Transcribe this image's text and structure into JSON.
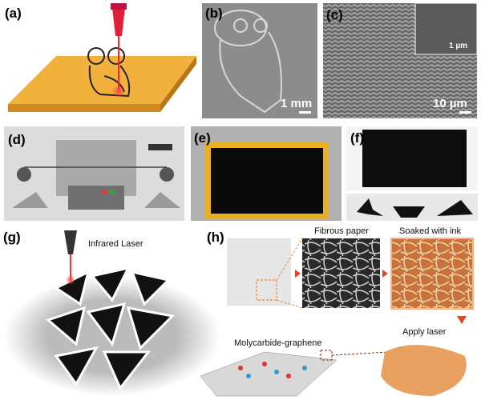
{
  "panels": {
    "a": {
      "label": "(a)"
    },
    "b": {
      "label": "(b)",
      "scale_bar": "1 mm"
    },
    "c": {
      "label": "(c)",
      "scale_bar": "10 µm",
      "inset_scale_bar": "1 µm"
    },
    "d": {
      "label": "(d)"
    },
    "e": {
      "label": "(e)"
    },
    "f": {
      "label": "(f)"
    },
    "g": {
      "label": "(g)",
      "annotation": "Infrared Laser"
    },
    "h": {
      "label": "(h)",
      "captions": {
        "fibrous": "Fibrous paper",
        "soaked": "Soaked with ink",
        "material": "Molycarbide-graphene",
        "laser": "Apply laser"
      }
    }
  },
  "colors": {
    "accent": "#e8873a",
    "laser": "#e0203a",
    "slab": "#f2b13c"
  }
}
